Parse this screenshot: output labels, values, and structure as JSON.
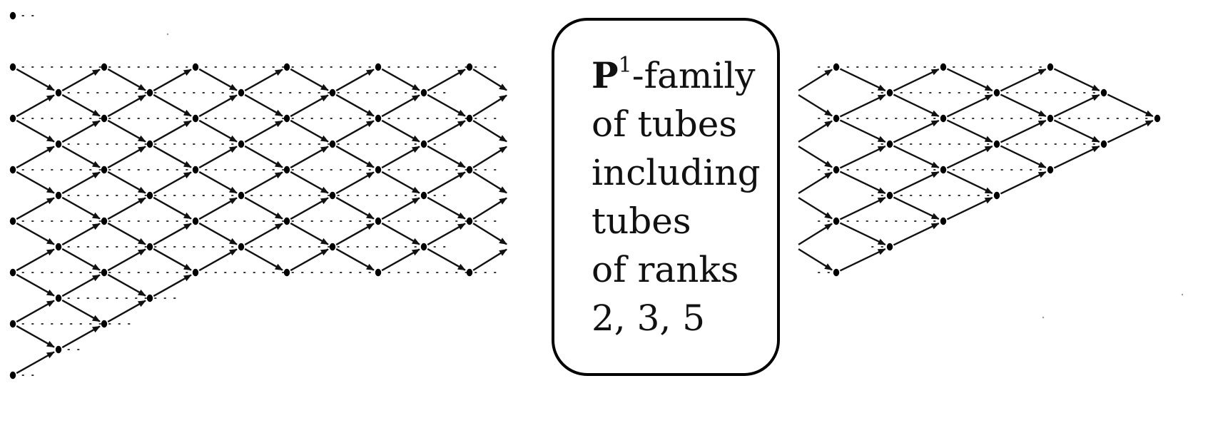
{
  "caption": {
    "symbol": "P",
    "exponent": "1",
    "line1_rest": "-family",
    "line2": "of tubes",
    "line3": "including",
    "line4": "tubes",
    "line5": "of ranks",
    "line6": "2, 3, 5"
  },
  "colors": {
    "ink": "#000000",
    "dotted": "#333333",
    "background": "#ffffff"
  }
}
